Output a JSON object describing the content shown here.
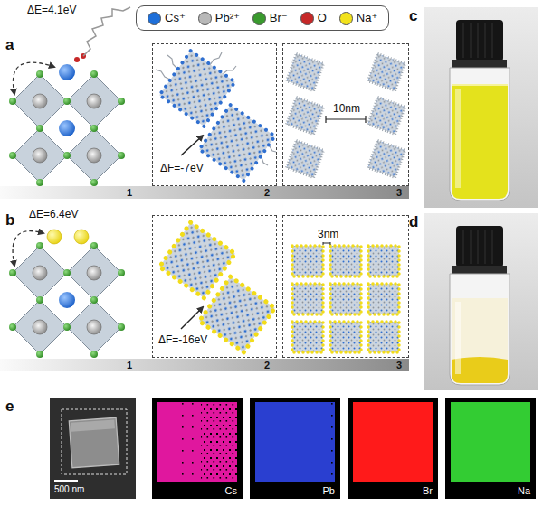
{
  "diagram": {
    "nodes": [
      {
        "text": [
          "ΔF=-7eV"
        ]
      },
      {
        "text": [
          "10nm"
        ]
      },
      {
        "text": [
          "ΔF=-16eV"
        ]
      },
      {
        "text": [
          "3nm"
        ]
      },
      {
        "text": [
          "500 nm"
        ]
      },
      {
        "text": [
          "Cs"
        ]
      },
      {
        "text": [
          "Pb"
        ]
      },
      {
        "text": [
          "Br"
        ]
      },
      {
        "text": [
          "Na"
        ]
      }
    ],
    "labels": [
      "a",
      "ΔE=4.1eV",
      "1",
      "2",
      "3",
      "c",
      "b",
      "ΔE=6.4eV",
      "1",
      "2",
      "3",
      "d",
      "e"
    ],
    "legend": [
      {
        "text": "Cs⁺",
        "color": "#1e6fd9"
      },
      {
        "text": "Pb²⁺",
        "color": "#b8b8b8"
      },
      {
        "text": "Br⁻",
        "color": "#3a9a2e"
      },
      {
        "text": "O",
        "color": "#c62828"
      },
      {
        "text": "Na⁺",
        "color": "#f2e21c"
      }
    ]
  }
}
